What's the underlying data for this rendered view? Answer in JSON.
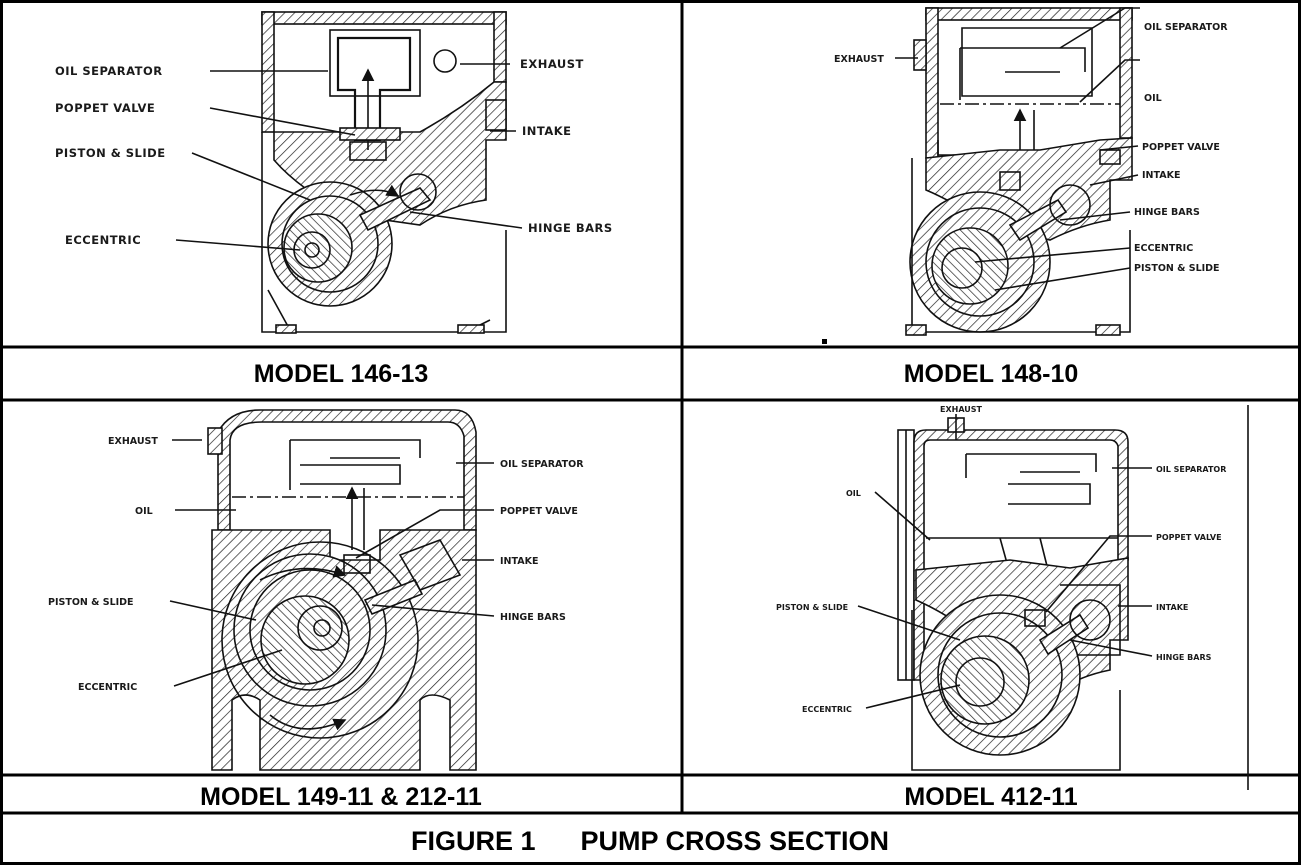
{
  "panels": [
    {
      "caption": "MODEL 146-13",
      "labels": [
        "OIL SEPARATOR",
        "POPPET VALVE",
        "PISTON & SLIDE",
        "ECCENTRIC",
        "EXHAUST",
        "INTAKE",
        "HINGE BARS"
      ]
    },
    {
      "caption": "MODEL 148-10",
      "labels": [
        "EXHAUST",
        "OIL SEPARATOR",
        "OIL",
        "POPPET VALVE",
        "INTAKE",
        "HINGE BARS",
        "ECCENTRIC",
        "PISTON & SLIDE"
      ]
    },
    {
      "caption": "MODEL 149-11 & 212-11",
      "labels": [
        "EXHAUST",
        "OIL",
        "PISTON & SLIDE",
        "ECCENTRIC",
        "OIL SEPARATOR",
        "POPPET VALVE",
        "INTAKE",
        "HINGE BARS"
      ]
    },
    {
      "caption": "MODEL 412-11",
      "labels": [
        "EXHAUST",
        "OIL",
        "PISTON & SLIDE",
        "ECCENTRIC",
        "OIL SEPARATOR",
        "POPPET VALVE",
        "INTAKE",
        "HINGE BARS"
      ]
    }
  ],
  "figure_title": "FIGURE 1      PUMP CROSS SECTION"
}
